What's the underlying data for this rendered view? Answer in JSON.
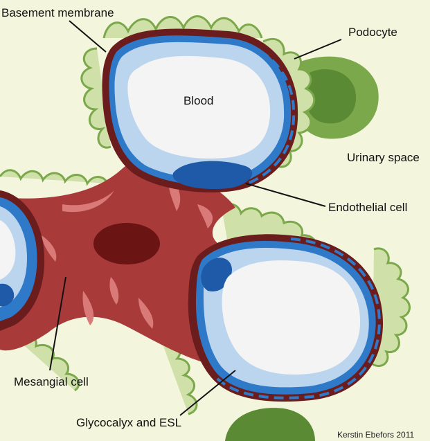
{
  "diagram": {
    "labels": {
      "basement_membrane": "Basement membrane",
      "podocyte": "Podocyte",
      "blood": "Blood",
      "urinary_space": "Urinary space",
      "endothelial_cell": "Endothelial cell",
      "mesangial_cell": "Mesangial cell",
      "glycocalyx": "Glycocalyx and ESL"
    },
    "credit": "Kerstin Ebefors 2011"
  },
  "colors": {
    "background": "#f3f5dc",
    "podocyte_green": "#7aa84a",
    "podocyte_dark_green": "#5b8a35",
    "podocyte_light": "#cfe0a9",
    "basement_membrane": "#6b1c1c",
    "glycocalyx_blue": "#2f7ac8",
    "endothelium_light_blue": "#bcd5ee",
    "blood_white": "#f4f4f4",
    "mesangial_red": "#a83a3a",
    "mesangial_pink": "#d97a78",
    "mesangial_nucleus": "#6a1414"
  }
}
